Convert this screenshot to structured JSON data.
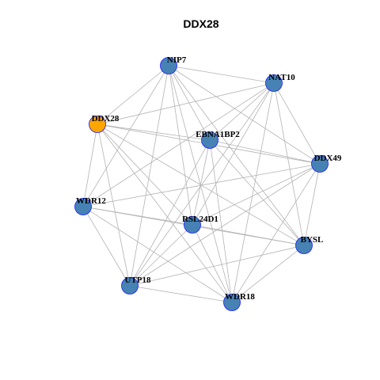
{
  "title": "DDX28",
  "colors": {
    "focus_node": "#FFA500",
    "node": "#4682B4",
    "node_border": "#0000CD",
    "edge": "#B3B3B3"
  },
  "nodes": [
    {
      "id": "NIP7",
      "label": "NIP7",
      "focus": false
    },
    {
      "id": "NAT10",
      "label": "NAT10",
      "focus": false
    },
    {
      "id": "DDX28",
      "label": "DDX28",
      "focus": true
    },
    {
      "id": "EBNA1BP2",
      "label": "EBNA1BP2",
      "focus": false
    },
    {
      "id": "DDX49",
      "label": "DDX49",
      "focus": false
    },
    {
      "id": "WDR12",
      "label": "WDR12",
      "focus": false
    },
    {
      "id": "RSL24D1",
      "label": "RSL24D1",
      "focus": false
    },
    {
      "id": "BYSL",
      "label": "BYSL",
      "focus": false
    },
    {
      "id": "UTP18",
      "label": "UTP18",
      "focus": false
    },
    {
      "id": "WDR18",
      "label": "WDR18",
      "focus": false
    }
  ],
  "edges": [
    [
      "NIP7",
      "NAT10"
    ],
    [
      "NIP7",
      "DDX28"
    ],
    [
      "NIP7",
      "EBNA1BP2"
    ],
    [
      "NIP7",
      "DDX49"
    ],
    [
      "NIP7",
      "WDR12"
    ],
    [
      "NIP7",
      "RSL24D1"
    ],
    [
      "NIP7",
      "BYSL"
    ],
    [
      "NIP7",
      "UTP18"
    ],
    [
      "NIP7",
      "WDR18"
    ],
    [
      "NAT10",
      "DDX28"
    ],
    [
      "NAT10",
      "EBNA1BP2"
    ],
    [
      "NAT10",
      "DDX49"
    ],
    [
      "NAT10",
      "WDR12"
    ],
    [
      "NAT10",
      "RSL24D1"
    ],
    [
      "NAT10",
      "BYSL"
    ],
    [
      "NAT10",
      "UTP18"
    ],
    [
      "NAT10",
      "WDR18"
    ],
    [
      "DDX28",
      "EBNA1BP2"
    ],
    [
      "DDX28",
      "DDX49"
    ],
    [
      "DDX28",
      "WDR12"
    ],
    [
      "DDX28",
      "RSL24D1"
    ],
    [
      "DDX28",
      "BYSL"
    ],
    [
      "DDX28",
      "UTP18"
    ],
    [
      "DDX28",
      "WDR18"
    ],
    [
      "EBNA1BP2",
      "DDX49"
    ],
    [
      "EBNA1BP2",
      "RSL24D1"
    ],
    [
      "EBNA1BP2",
      "BYSL"
    ],
    [
      "EBNA1BP2",
      "UTP18"
    ],
    [
      "EBNA1BP2",
      "WDR18"
    ],
    [
      "DDX49",
      "WDR12"
    ],
    [
      "DDX49",
      "RSL24D1"
    ],
    [
      "DDX49",
      "BYSL"
    ],
    [
      "DDX49",
      "UTP18"
    ],
    [
      "DDX49",
      "WDR18"
    ],
    [
      "WDR12",
      "RSL24D1"
    ],
    [
      "WDR12",
      "BYSL"
    ],
    [
      "WDR12",
      "UTP18"
    ],
    [
      "WDR12",
      "WDR18"
    ],
    [
      "RSL24D1",
      "BYSL"
    ],
    [
      "RSL24D1",
      "UTP18"
    ],
    [
      "RSL24D1",
      "WDR18"
    ],
    [
      "BYSL",
      "UTP18"
    ],
    [
      "BYSL",
      "WDR18"
    ],
    [
      "UTP18",
      "WDR18"
    ]
  ]
}
